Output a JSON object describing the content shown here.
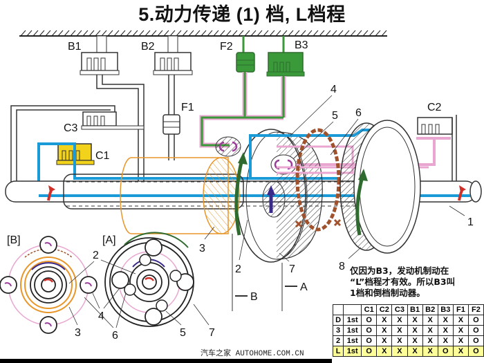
{
  "title": "5.动力传递 (1) 档, L档程",
  "components": {
    "B1": "B1",
    "B2": "B2",
    "F2": "F2",
    "B3": "B3",
    "F1": "F1",
    "C3": "C3",
    "C1": "C1",
    "C2": "C2"
  },
  "callouts": [
    "1",
    "2",
    "3",
    "4",
    "5",
    "6",
    "7",
    "8"
  ],
  "views": {
    "A": "[A]",
    "B": "[B]",
    "arrow_A": "A",
    "arrow_B": "B"
  },
  "note_lines": [
    "仅因为B3，发动机制动在",
    "“L”档程才有效。所以B3叫",
    "1档和倒档制动器。"
  ],
  "table": {
    "headers": [
      "",
      "",
      "C1",
      "C2",
      "C3",
      "B1",
      "B2",
      "B3",
      "F1",
      "F2"
    ],
    "rows": [
      {
        "range": "D",
        "gear": "1st",
        "values": [
          "O",
          "X",
          "X",
          "X",
          "X",
          "X",
          "X",
          "O"
        ],
        "highlight": false
      },
      {
        "range": "3",
        "gear": "1st",
        "values": [
          "O",
          "X",
          "X",
          "X",
          "X",
          "X",
          "X",
          "O"
        ],
        "highlight": false
      },
      {
        "range": "2",
        "gear": "1st",
        "values": [
          "O",
          "X",
          "X",
          "X",
          "X",
          "X",
          "X",
          "O"
        ],
        "highlight": false
      },
      {
        "range": "L",
        "gear": "1st",
        "values": [
          "O",
          "X",
          "X",
          "X",
          "X",
          "O",
          "X",
          "O"
        ],
        "highlight": true
      }
    ]
  },
  "watermark": "汽车之家 AUTOHOME.COM.CN",
  "colors": {
    "active_green": "#3a9a3a",
    "c1_yellow": "#f2d21a",
    "flow_blue": "#1a9ad6",
    "pink_line": "#e8a6d0",
    "orange_drum": "#e8962a",
    "brown_arrow": "#a0522d",
    "red_arrow": "#d0302a",
    "purple": "#9b3d9b",
    "navy": "#3a2a8a",
    "dark_green": "#2f6b2f"
  }
}
